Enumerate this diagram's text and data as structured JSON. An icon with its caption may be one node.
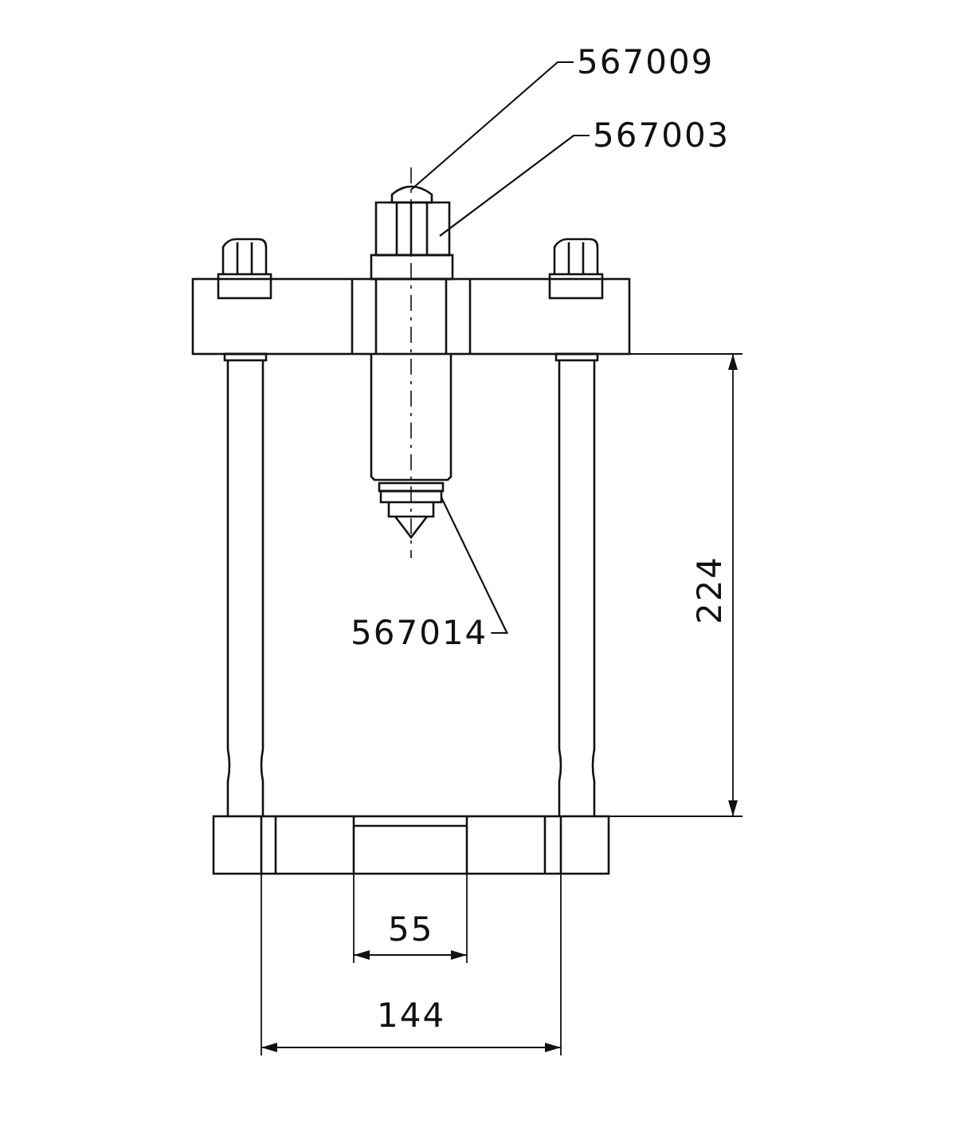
{
  "diagram": {
    "nodes": [
      {
        "text": [
          "567009"
        ]
      },
      {
        "text": [
          "567003"
        ]
      },
      {
        "text": [],
        "shape": "picture"
      },
      {
        "text": [],
        "shape": "picture"
      },
      {
        "text": [
          "567014"
        ]
      },
      {
        "text": [],
        "shape": "picture"
      }
    ],
    "edges": [
      {
        "from": 0,
        "to": 2,
        "arrow": "none"
      },
      {
        "from": 1,
        "to": 3,
        "arrow": "none"
      },
      {
        "from": 4,
        "to": 5,
        "arrow": "none"
      }
    ],
    "labels": [
      "224",
      "55",
      "144"
    ]
  }
}
